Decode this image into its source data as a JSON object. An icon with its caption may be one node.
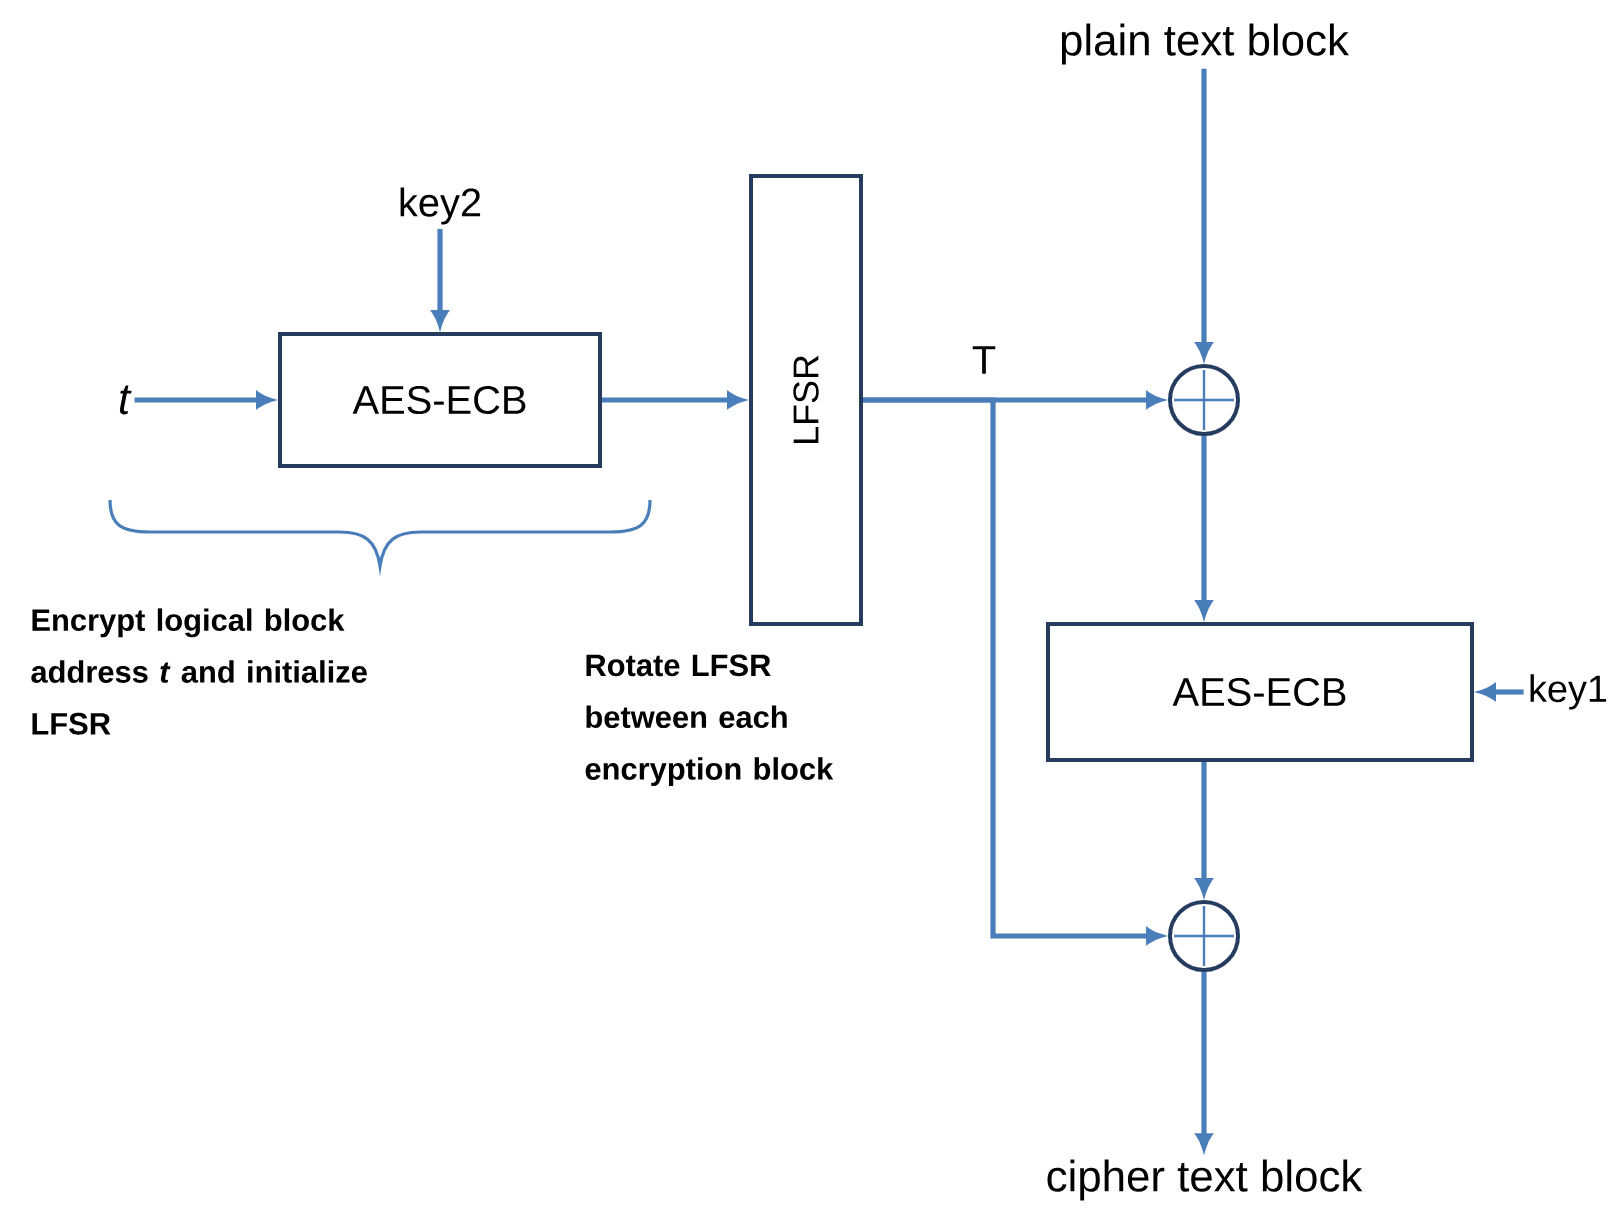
{
  "diagram": {
    "nodes": [
      {
        "text": [
          "t"
        ]
      },
      {
        "text": [
          "key2"
        ]
      },
      {
        "text": [
          "AES-ECB"
        ]
      },
      {
        "text": [
          "LFSR"
        ]
      },
      {
        "text": [
          "plain text block"
        ]
      },
      {
        "text": [],
        "shape": "circle"
      },
      {
        "text": [
          "AES-ECB"
        ]
      },
      {
        "text": [
          "key1"
        ]
      },
      {
        "text": [],
        "shape": "circle"
      },
      {
        "text": [
          "cipher text block"
        ]
      }
    ],
    "edges": [
      {
        "from": 0,
        "to": 2,
        "arrow": "to"
      },
      {
        "from": 1,
        "to": 2,
        "arrow": "to"
      },
      {
        "from": 2,
        "to": 3,
        "arrow": "to"
      },
      {
        "from": 3,
        "to": 5,
        "arrow": "to",
        "label": "T"
      },
      {
        "from": 4,
        "to": 5,
        "arrow": "to"
      },
      {
        "from": 5,
        "to": 6,
        "arrow": "to"
      },
      {
        "from": 7,
        "to": 6,
        "arrow": "to"
      },
      {
        "from": 6,
        "to": 8,
        "arrow": "to"
      },
      {
        "from": 3,
        "to": 8,
        "arrow": "to"
      },
      {
        "from": 8,
        "to": 9,
        "arrow": "to"
      }
    ],
    "labels": [
      "Encrypt logical block address *t* and initialize LFSR",
      "Rotate LFSR between each encryption block"
    ]
  }
}
